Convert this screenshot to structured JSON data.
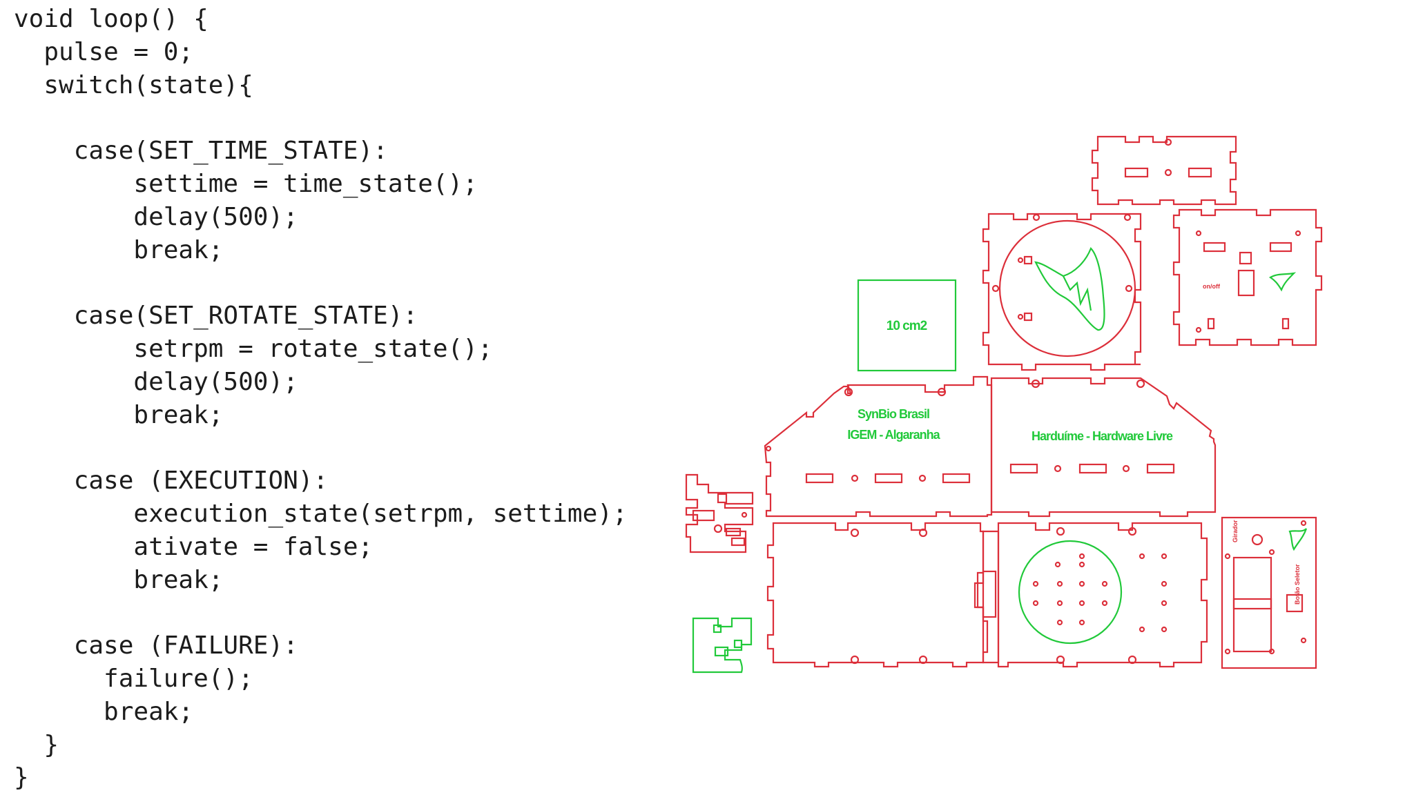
{
  "code": {
    "lines": [
      "void loop() {",
      "  pulse = 0;",
      "  switch(state){",
      "",
      "    case(SET_TIME_STATE):",
      "        settime = time_state();",
      "        delay(500);",
      "        break;",
      "",
      "    case(SET_ROTATE_STATE):",
      "        setrpm = rotate_state();",
      "        delay(500);",
      "        break;",
      "",
      "    case (EXECUTION):",
      "        execution_state(setrpm, settime);",
      "        ativate = false;",
      "        break;",
      "",
      "    case (FAILURE):",
      "      failure();",
      "      break;",
      "  }",
      "}"
    ]
  },
  "drawing": {
    "colors": {
      "cut": "#dc2f3a",
      "engrave": "#21c93a"
    },
    "labels": {
      "area": "10 cm2",
      "brand_line1": "SynBio Brasil",
      "brand_line2": "IGEM - Algaranha",
      "hardware": "Harduíme - Hardware Livre",
      "power": "on/off",
      "side_top": "Girador",
      "side_bottom": "Botão Seletor"
    }
  }
}
